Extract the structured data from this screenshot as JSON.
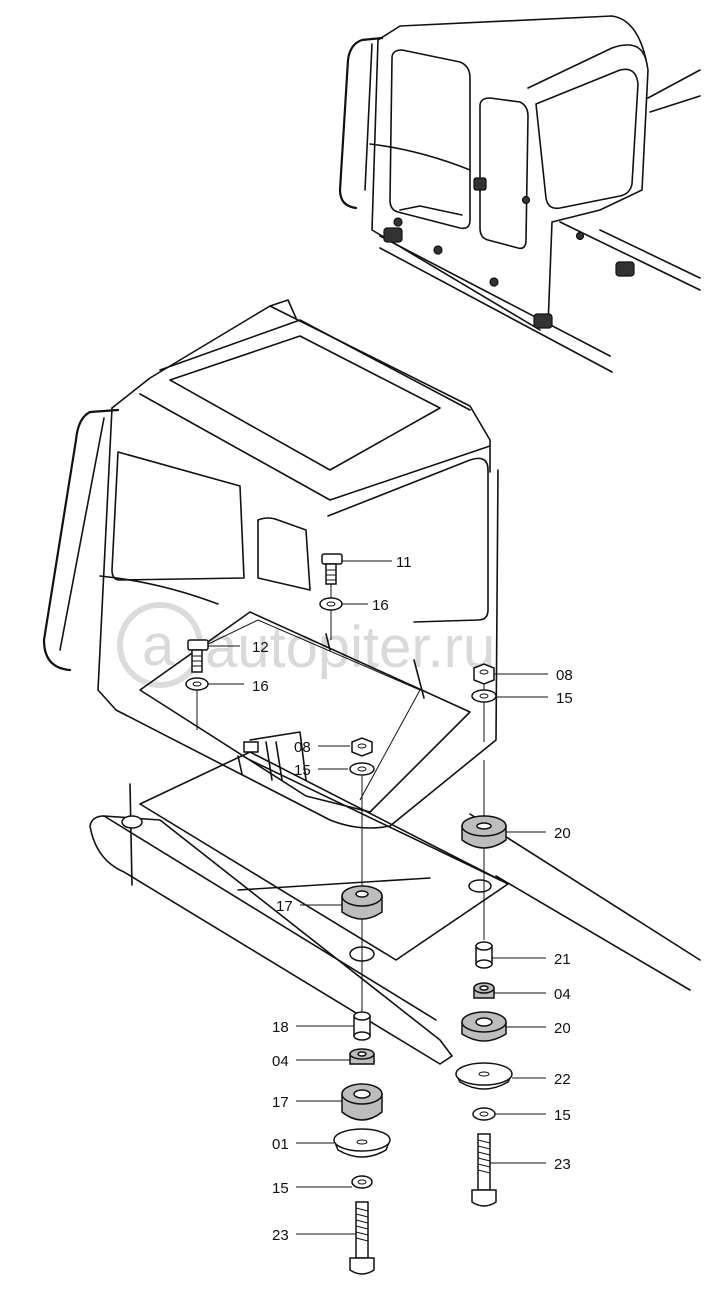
{
  "watermark": {
    "text": "autopiter.ru",
    "logo_letter": "a"
  },
  "callouts": [
    {
      "id": "c11a",
      "text": "11"
    },
    {
      "id": "c16a",
      "text": "16"
    },
    {
      "id": "c12",
      "text": "12"
    },
    {
      "id": "c16b",
      "text": "16"
    },
    {
      "id": "c08a",
      "text": "08"
    },
    {
      "id": "c15a",
      "text": "15"
    },
    {
      "id": "c08b",
      "text": "08"
    },
    {
      "id": "c15b",
      "text": "15"
    },
    {
      "id": "c20a",
      "text": "20"
    },
    {
      "id": "c17a",
      "text": "17"
    },
    {
      "id": "c21",
      "text": "21"
    },
    {
      "id": "c04a",
      "text": "04"
    },
    {
      "id": "c18",
      "text": "18"
    },
    {
      "id": "c20b",
      "text": "20"
    },
    {
      "id": "c04b",
      "text": "04"
    },
    {
      "id": "c22",
      "text": "22"
    },
    {
      "id": "c17b",
      "text": "17"
    },
    {
      "id": "c15c",
      "text": "15"
    },
    {
      "id": "c01",
      "text": "01"
    },
    {
      "id": "c23a",
      "text": "23"
    },
    {
      "id": "c15d",
      "text": "15"
    },
    {
      "id": "c23b",
      "text": "23"
    }
  ]
}
